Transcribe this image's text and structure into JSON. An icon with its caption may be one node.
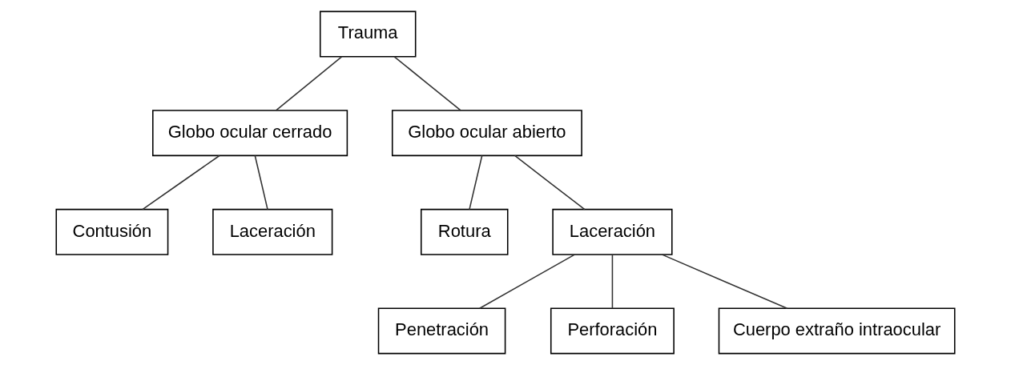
{
  "diagram": {
    "nodes": [
      {
        "text": [
          "Trauma"
        ]
      },
      {
        "text": [
          "Globo ocular cerrado"
        ]
      },
      {
        "text": [
          "Globo ocular abierto"
        ]
      },
      {
        "text": [
          "Contusión"
        ]
      },
      {
        "text": [
          "Laceración"
        ]
      },
      {
        "text": [
          "Rotura"
        ]
      },
      {
        "text": [
          "Laceración"
        ]
      },
      {
        "text": [
          "Penetración"
        ]
      },
      {
        "text": [
          "Perforación"
        ]
      },
      {
        "text": [
          "Cuerpo extraño intraocular"
        ]
      }
    ],
    "edges": [
      {
        "from": 0,
        "to": 1,
        "arrow": "none"
      },
      {
        "from": 0,
        "to": 2,
        "arrow": "none"
      },
      {
        "from": 1,
        "to": 3,
        "arrow": "none"
      },
      {
        "from": 1,
        "to": 4,
        "arrow": "none"
      },
      {
        "from": 2,
        "to": 5,
        "arrow": "none"
      },
      {
        "from": 2,
        "to": 6,
        "arrow": "none"
      },
      {
        "from": 6,
        "to": 7,
        "arrow": "none"
      },
      {
        "from": 6,
        "to": 8,
        "arrow": "none"
      },
      {
        "from": 6,
        "to": 9,
        "arrow": "none"
      }
    ]
  }
}
